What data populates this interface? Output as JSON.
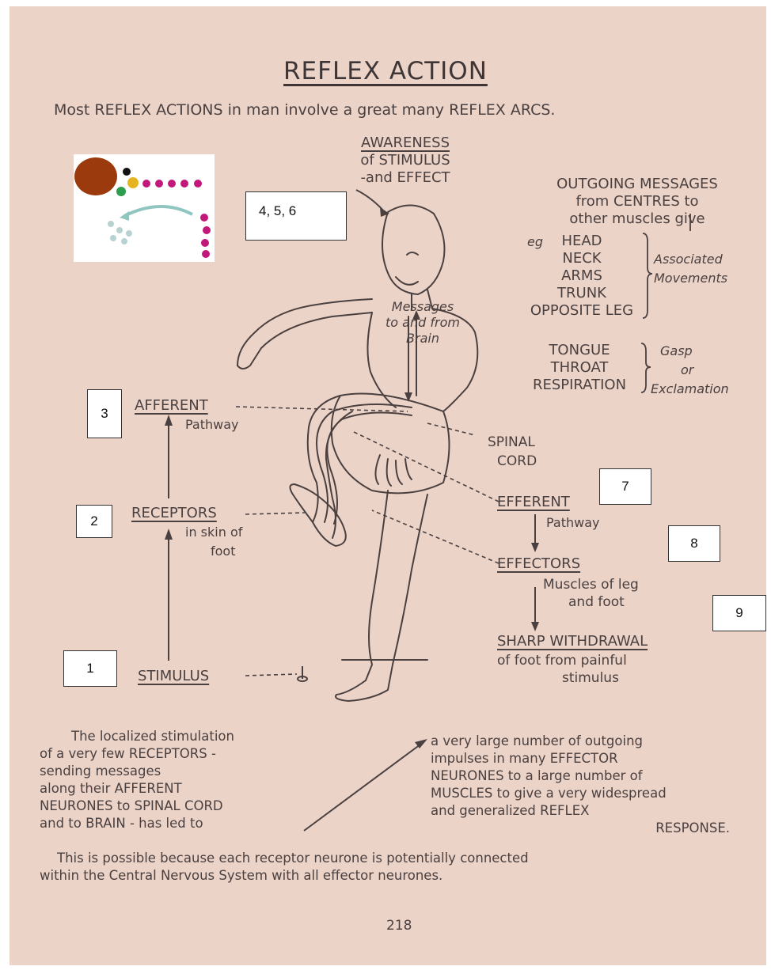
{
  "title": "REFLEX ACTION",
  "subtitle": "Most REFLEX ACTIONS in man involve a great many REFLEX ARCS.",
  "awareness": {
    "heading": "AWARENESS",
    "line2": "of STIMULUS",
    "line3": "-and EFFECT"
  },
  "outgoing": {
    "line1": "OUTGOING MESSAGES",
    "line2": "from CENTRES to",
    "line3": "other muscles give",
    "eg": "eg",
    "items": [
      "HEAD",
      "NECK",
      "ARMS",
      "TRUNK",
      "OPPOSITE LEG"
    ],
    "group_label_1": "Associated",
    "group_label_2": "Movements"
  },
  "gasp": {
    "items": [
      "TONGUE",
      "THROAT",
      "RESPIRATION"
    ],
    "label_1": "Gasp",
    "label_2": "or",
    "label_3": "Exclamation"
  },
  "messages": {
    "line1": "Messages",
    "line2": "to and from",
    "line3": "Brain"
  },
  "left_labels": {
    "afferent": "AFFERENT",
    "afferent_sub": "Pathway",
    "receptors": "RECEPTORS",
    "receptors_sub1": "in skin of",
    "receptors_sub2": "foot",
    "stimulus": "STIMULUS"
  },
  "right_labels": {
    "spinal1": "SPINAL",
    "spinal2": "CORD",
    "efferent": "EFFERENT",
    "efferent_sub": "Pathway",
    "effectors": "EFFECTORS",
    "effectors_sub1": "Muscles of leg",
    "effectors_sub2": "and foot",
    "withdrawal": "SHARP WITHDRAWAL",
    "withdrawal_sub1": "of foot from painful",
    "withdrawal_sub2": "stimulus"
  },
  "number_boxes": {
    "b1": "1",
    "b2": "2",
    "b3": "3",
    "b456": "4, 5, 6",
    "b7": "7",
    "b8": "8",
    "b9": "9"
  },
  "bottom_left": [
    "The localized stimulation",
    "of a very few RECEPTORS -",
    "sending messages",
    "along their AFFERENT",
    "NEURONES to SPINAL CORD",
    "and to BRAIN - has led to"
  ],
  "bottom_right": [
    "a very large number of outgoing",
    "impulses in many EFFECTOR",
    "NEURONES to a large number of",
    "MUSCLES to give a very widespread",
    "and generalized REFLEX",
    "RESPONSE."
  ],
  "footer": [
    "This is possible because each receptor neurone is potentially connected",
    "within the Central Nervous System with all effector neurones."
  ],
  "page_number": "218",
  "colors": {
    "paper": "#ecd3c8",
    "ink": "#4a4040",
    "inset_brown": "#9b3a0c",
    "inset_magenta": "#c2187a",
    "inset_green": "#2e9e4e",
    "inset_yellow": "#e6b422",
    "inset_teal": "#8fc6c0"
  }
}
